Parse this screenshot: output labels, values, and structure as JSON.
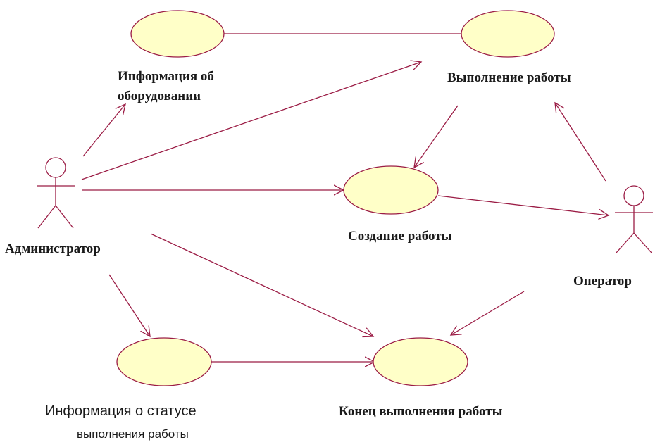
{
  "colors": {
    "use_case_fill": "#ffffc8",
    "line": "#9b1c45",
    "text": "#1a1a1a"
  },
  "use_cases": {
    "equipment_info": {
      "label_line1": "Информация об",
      "label_line2": "оборудовании"
    },
    "work_execution": {
      "label": "Выполнение работы"
    },
    "work_creation": {
      "label": "Создание работы"
    },
    "status_info": {
      "label_line1": "Информация о  статусе",
      "label_line2": "выполнения работы"
    },
    "work_end": {
      "label": "Конец выполнения работы"
    }
  },
  "actors": {
    "administrator": {
      "label": "Администратор"
    },
    "operator": {
      "label": "Оператор"
    }
  }
}
